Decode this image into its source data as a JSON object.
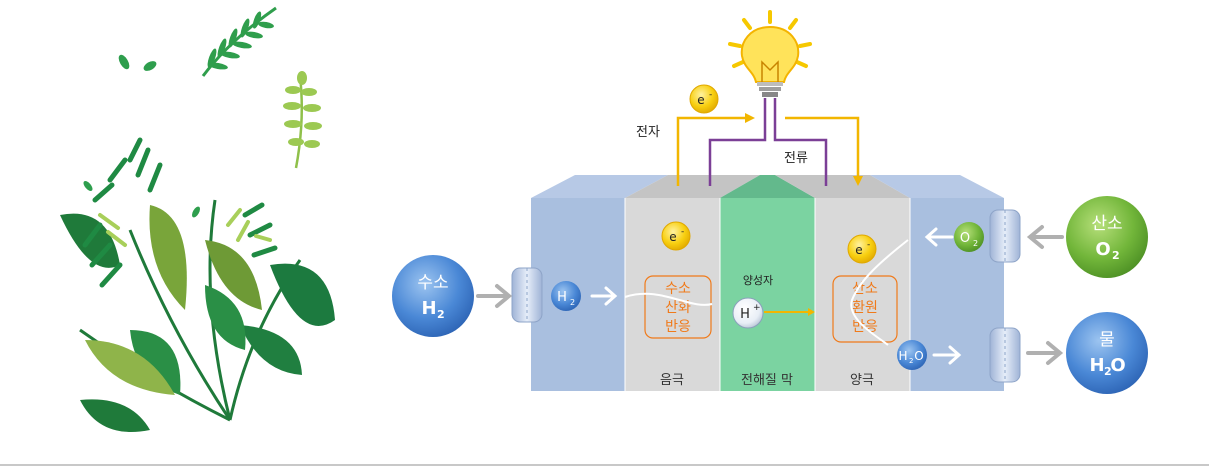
{
  "labels": {
    "electron_wire": "전자",
    "current": "전류",
    "proton": "양성자",
    "anode": "음극",
    "membrane": "전해질 막",
    "cathode": "양극"
  },
  "reactions": {
    "oxidation": [
      "수소",
      "산화",
      "반응"
    ],
    "reduction": [
      "산소",
      "환원",
      "반응"
    ]
  },
  "inputs": {
    "hydrogen": {
      "name": "수소",
      "formula": "H",
      "sub": "2"
    },
    "oxygen": {
      "name": "산소",
      "formula": "O",
      "sub": "2"
    },
    "water": {
      "name": "물",
      "formula": "H",
      "sub": "2",
      "tail": "O"
    }
  },
  "particles": {
    "electron": "e",
    "electron_sup": "-",
    "proton": "H",
    "proton_sup": "+",
    "h2": {
      "base": "H",
      "sub": "2"
    },
    "o2": {
      "base": "O",
      "sub": "2"
    },
    "h2o": {
      "base": "H",
      "sub": "2",
      "tail": "O"
    }
  },
  "colors": {
    "wire_yellow": "#f2b600",
    "wire_purple": "#7b3f96",
    "reaction_orange": "#f07a1a",
    "blue_chamber": "#a9bfdf",
    "electrode_gray": "#d6d6d6",
    "membrane_green": "#6fcf97",
    "hydrogen_ball": "#3f7fce",
    "oxygen_ball": "#6fb23c",
    "leaf_dark": "#1f7a3a",
    "leaf_light": "#8fc04a"
  }
}
